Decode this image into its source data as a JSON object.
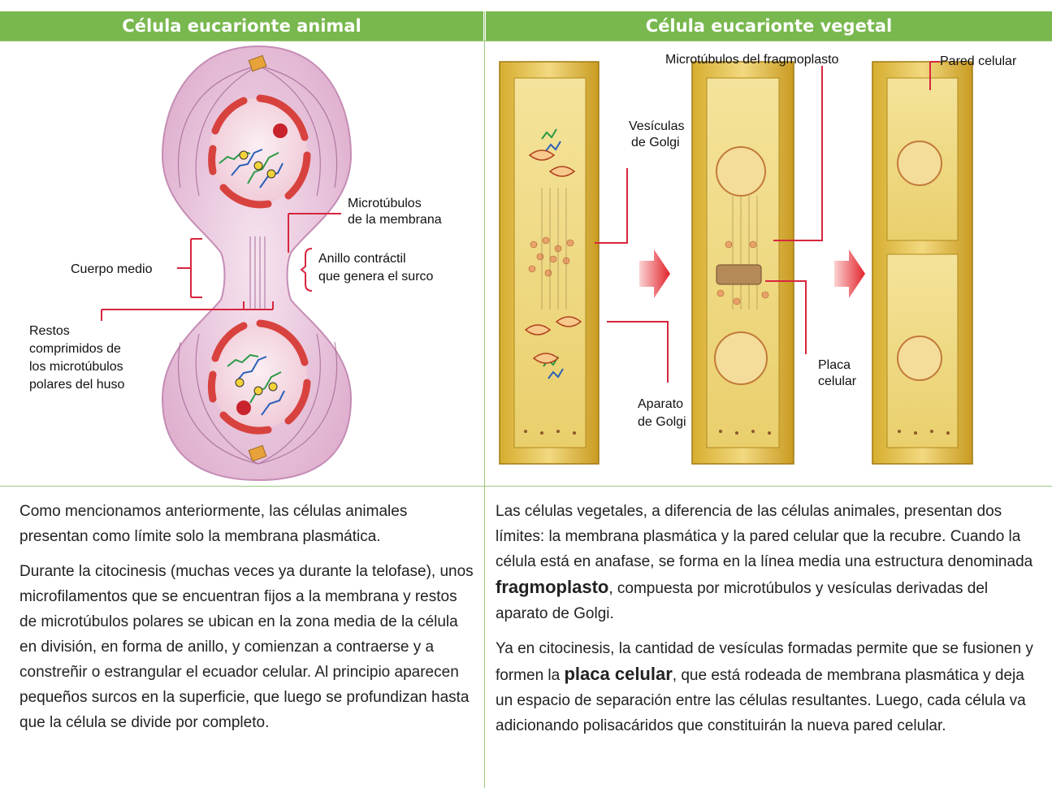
{
  "headers": {
    "animal": "Célula eucarionte animal",
    "vegetal": "Célula eucarionte vegetal"
  },
  "animal_labels": {
    "microtubulos_membrana_1": "Microtúbulos",
    "microtubulos_membrana_2": "de la membrana",
    "anillo_1": "Anillo contráctil",
    "anillo_2": "que genera el surco",
    "cuerpo_medio": "Cuerpo medio",
    "restos_1": "Restos",
    "restos_2": "comprimidos de",
    "restos_3": "los microtúbulos",
    "restos_4": "polares del huso"
  },
  "vegetal_labels": {
    "fragmoplasto": "Microtúbulos del fragmoplasto",
    "pared": "Pared celular",
    "vesiculas_1": "Vesículas",
    "vesiculas_2": "de Golgi",
    "placa_1": "Placa",
    "placa_2": "celular",
    "aparato_1": "Aparato",
    "aparato_2": "de Golgi"
  },
  "animal_text": {
    "p1": "Como mencionamos anteriormente, las células animales presentan como límite solo la membrana plasmática.",
    "p2": "Durante la citocinesis (muchas veces ya durante la telofase), unos microfilamentos que se encuentran fijos a la membrana y restos de microtúbulos polares se ubican en la zona media de la célula en división, en forma de anillo, y comienzan a contraerse y a constreñir o estrangular el ecuador celular. Al principio aparecen pequeños surcos en la superficie, que luego se profundizan hasta que la célula se divide por completo."
  },
  "vegetal_text": {
    "p1_a": "Las células vegetales, a diferencia de las células animales, presentan dos límites: la membrana plasmática y la pared celular que la recubre. Cuando la célula está en anafase, se forma en la línea media una estructura denominada ",
    "p1_bold": "fragmoplasto",
    "p1_b": ", compuesta por microtúbulos y vesículas derivadas del aparato de Golgi.",
    "p2_a": "Ya en citocinesis, la cantidad de vesículas formadas permite que se fusionen y formen la ",
    "p2_bold": "placa celular",
    "p2_b": ", que está rodeada de membrana plasmática y deja un espacio de separación entre las células resultantes. Luego, cada célula va adicionando polisacáridos que constituirán la nueva pared celular."
  },
  "colors": {
    "header_green": "#78b84e",
    "label_line_red": "#d7263d",
    "cell_pink": "#e9c3dd",
    "wall_yellow": "#e2c04e"
  }
}
